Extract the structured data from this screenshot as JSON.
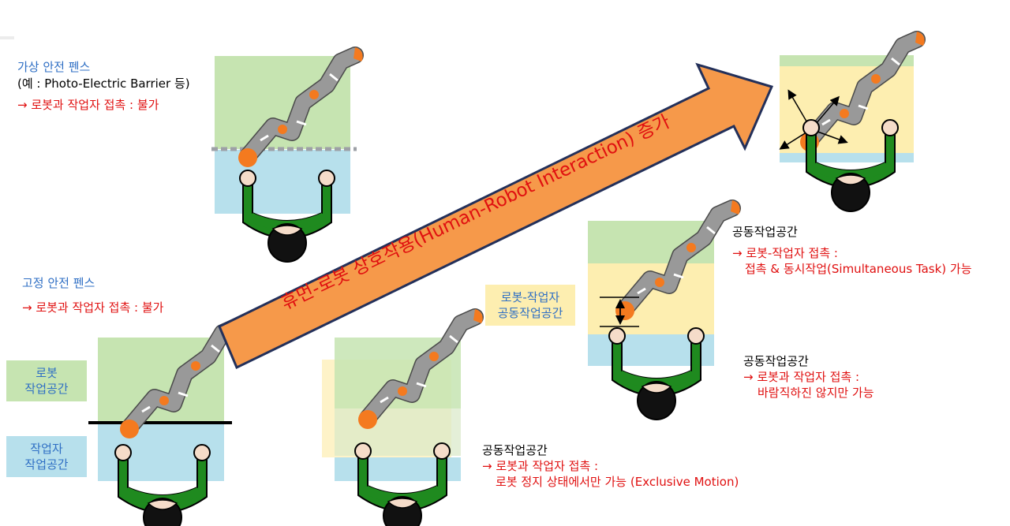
{
  "virtual_fence": {
    "title": "가상 안전 펜스",
    "example": "(예 : Photo-Electric Barrier 등)",
    "contact": "→ 로봇과 작업자 접촉 : 불가"
  },
  "fixed_fence": {
    "title": "고정 안전 펜스",
    "contact": "→ 로봇과 작업자 접촉 : 불가"
  },
  "zones": {
    "robot": [
      "로봇",
      "작업공간"
    ],
    "worker": [
      "작업자",
      "작업공간"
    ],
    "shared": [
      "로봇-작업자",
      "공동작업공간"
    ]
  },
  "main_arrow": {
    "label": "휴먼-로봇 상호작용(Human-Robot Interaction) 증가",
    "color": "#f6994a"
  },
  "scenario_exclusive": {
    "title": "공동작업공간",
    "line1": "→ 로봇과 작업자 접촉 :",
    "line2": "로봇 정지 상태에서만 가능 (Exclusive Motion)"
  },
  "scenario_undesirable": {
    "title": "공동작업공간",
    "line1": "→ 로봇과 작업자 접촉 :",
    "line2": "바람직하진 않지만 가능"
  },
  "scenario_simultaneous": {
    "title": "공동작업공간",
    "line1": "→ 로봇-작업자 접촉 :",
    "line2": "접촉 & 동시작업(Simultaneous Task) 가능"
  },
  "colors": {
    "robot_zone": "#c6e4b1",
    "worker_zone": "#b7e0ec",
    "shared_zone": "#fdeeb0",
    "robot_arm": "#999999",
    "robot_joint": "#f47a1f",
    "worker_body": "#1f8a1f",
    "worker_skin": "#f5dcc9",
    "fence_line": "#9da0a6",
    "text_blue": "#2f6fc4",
    "text_red": "#e01010"
  }
}
